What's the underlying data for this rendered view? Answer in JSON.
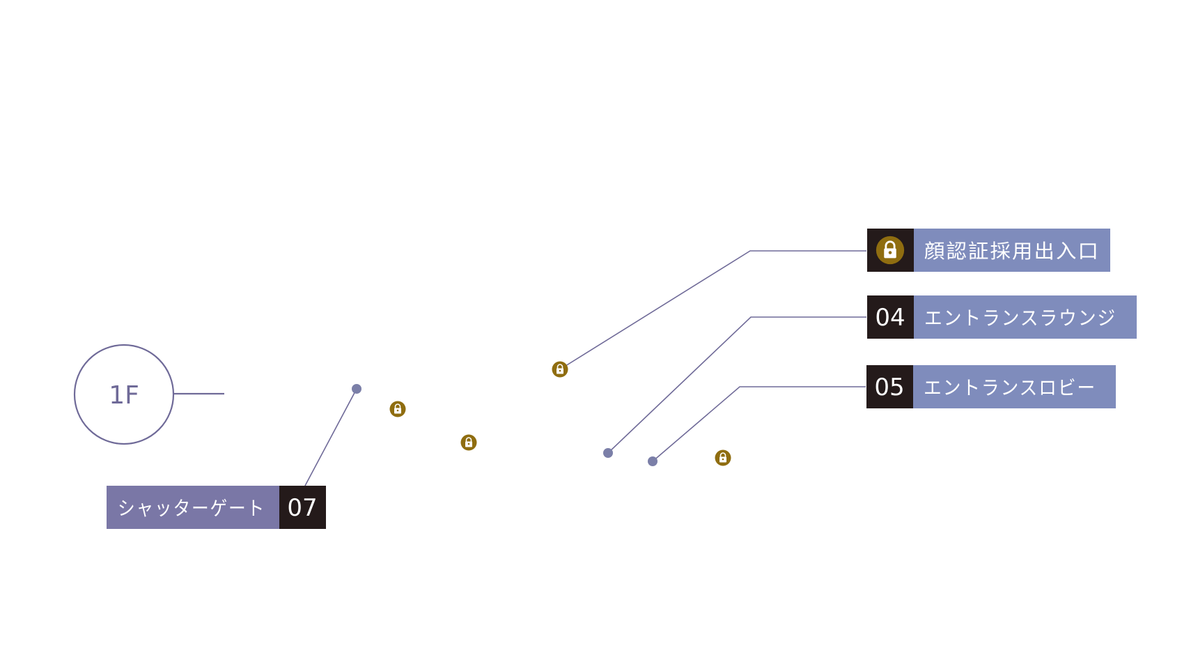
{
  "floor": {
    "label": "1F"
  },
  "colors": {
    "line": "#6f6a98",
    "label_dark": "#241a1a",
    "label_violet": "#7a77a6",
    "label_blue": "#7f8cbc",
    "lock_gold": "#8f6d10",
    "dot": "#7b7fa8"
  },
  "callouts": [
    {
      "id": "face-entrance",
      "number": "",
      "icon": "lock-icon",
      "text": "顔認証採用出入口"
    },
    {
      "id": "entrance-lounge",
      "number": "04",
      "text": "エントランスラウンジ"
    },
    {
      "id": "entrance-lobby",
      "number": "05",
      "text": "エントランスロビー"
    },
    {
      "id": "shutter-gate",
      "number": "07",
      "text": "シャッターゲート"
    }
  ],
  "lock_markers": {
    "count": 5,
    "icon": "lock-icon"
  }
}
